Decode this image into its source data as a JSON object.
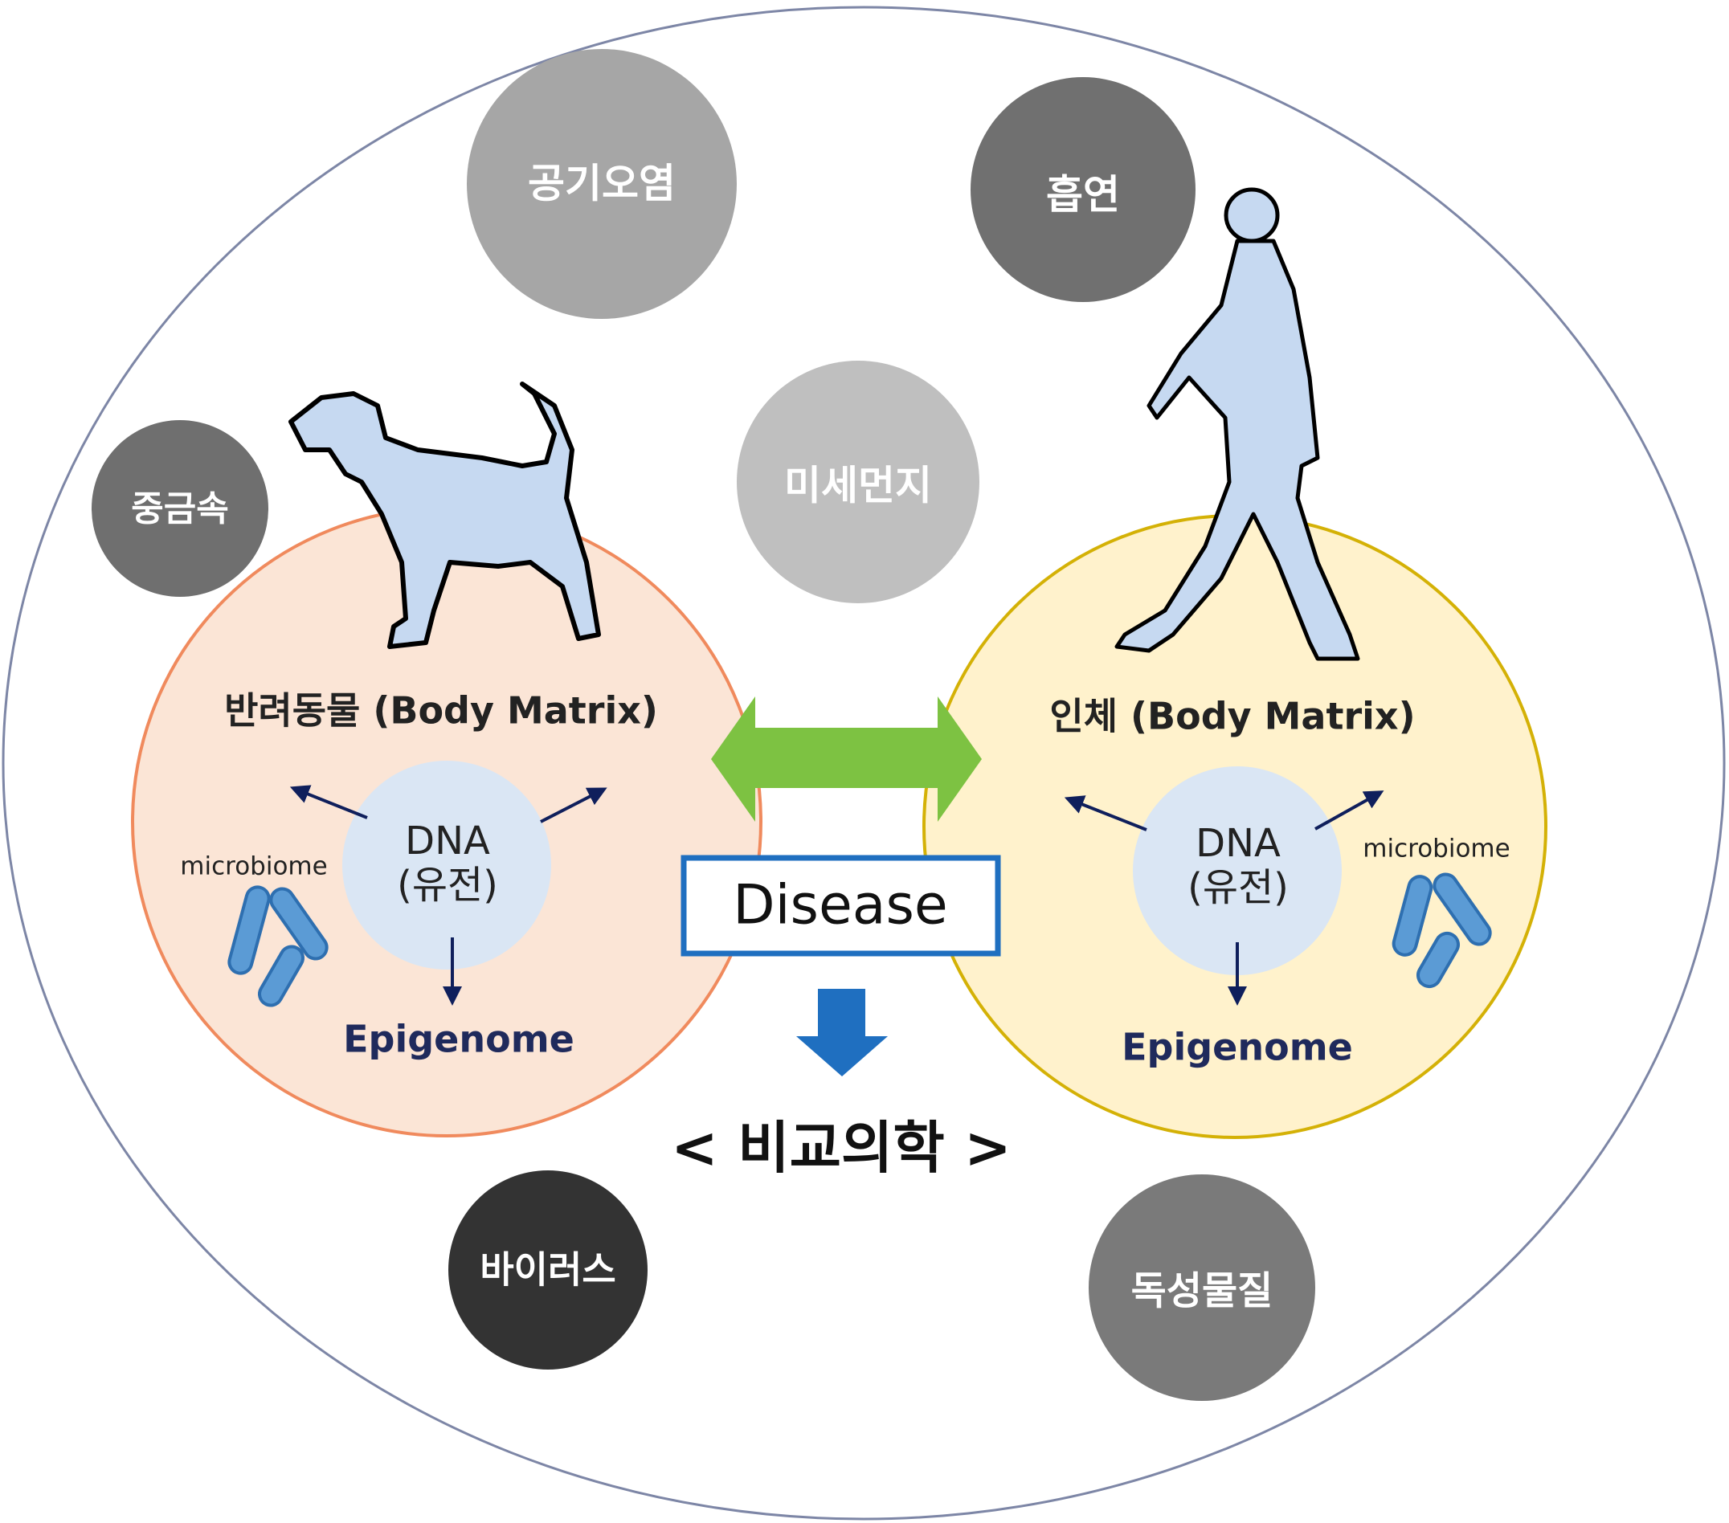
{
  "factors": {
    "air_pollution": "공기오염",
    "smoking": "흡연",
    "fine_dust": "미세먼지",
    "heavy_metals": "중금속",
    "virus": "바이러스",
    "toxic_substances": "독성물질"
  },
  "companion_animal": {
    "title": "반려동물 (Body Matrix)",
    "dna": "DNA",
    "dna_sub": "(유전)",
    "microbiome": "microbiome",
    "epigenome": "Epigenome"
  },
  "human": {
    "title": "인체 (Body Matrix)",
    "dna": "DNA",
    "dna_sub": "(유전)",
    "microbiome": "microbiome",
    "epigenome": "Epigenome"
  },
  "center": {
    "disease": "Disease",
    "comparative_medicine": "< 비교의학 >"
  },
  "colors": {
    "animal_fill": "#fbe5d6",
    "animal_stroke": "#f08a5d",
    "human_fill": "#fff2cc",
    "human_stroke": "#d4b106",
    "green_arrow": "#7dc242",
    "blue_arrow": "#1f6fc0",
    "navy": "#1f2a5c"
  }
}
